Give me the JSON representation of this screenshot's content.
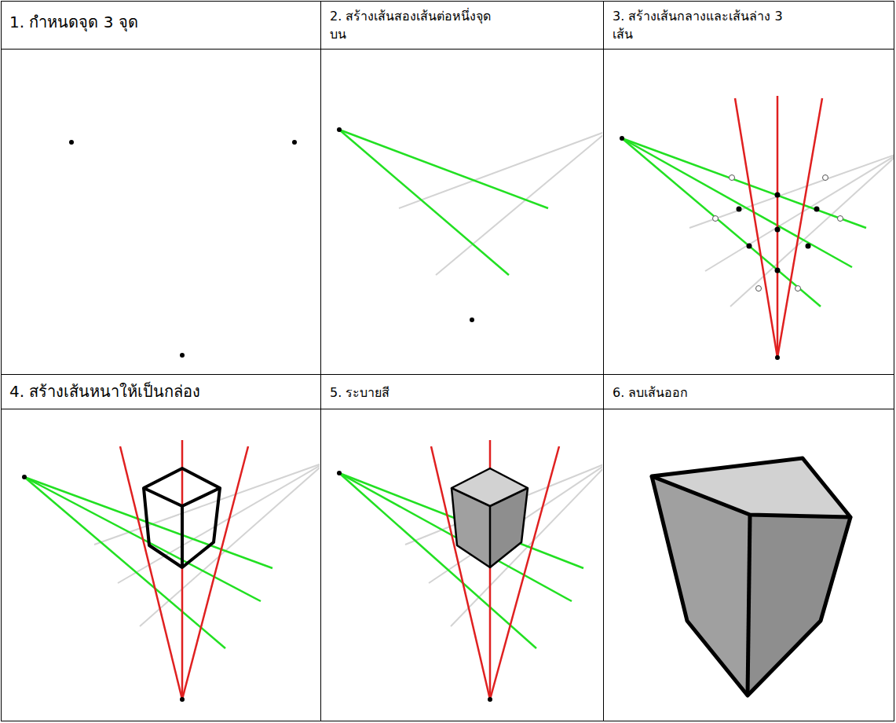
{
  "diagram": {
    "labels": [
      "1. กำหนดจุด 3 จุด",
      "2. สร้างเส้นสองเส้นต่อหนึ่งจุด บน",
      "3. สร้างเส้นกลางและเส้นล่าง 3 เส้น",
      "4. สร้างเส้นหนาให้เป็นกล่อง",
      "5. ระบายสี",
      "6. ลบเส้นออก"
    ]
  }
}
